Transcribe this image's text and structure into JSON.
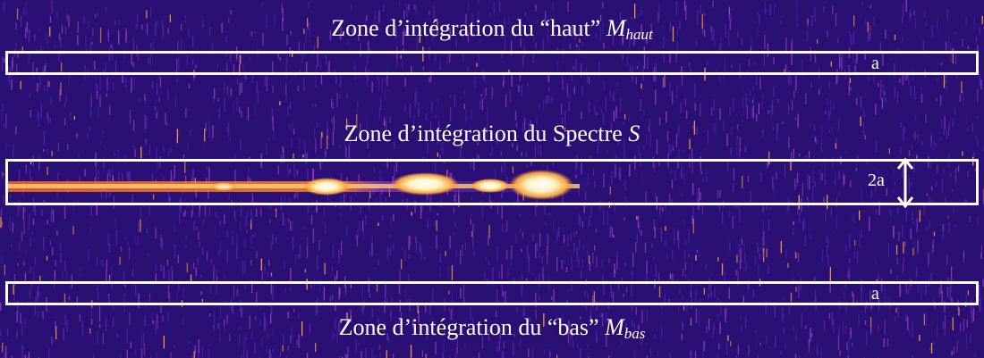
{
  "labels": {
    "top": {
      "prefix": "Zone d’intégration du “haut” ",
      "symbol": "M",
      "subscript": "haut"
    },
    "spectrum": {
      "prefix": "Zone d’intégration du Spectre ",
      "symbol": "S"
    },
    "bottom": {
      "prefix": "Zone d’intégration du “bas” ",
      "symbol": "M",
      "subscript": "bas"
    }
  },
  "markers": {
    "top_band_height": "a",
    "spectrum_band_height": "2a",
    "bottom_band_height": "a"
  },
  "colors": {
    "background": "#2a0f74",
    "noise_light": "#b04bd6",
    "noise_hot": "#ff9a3a",
    "spectrum_core": "#fff8e6",
    "frame": "#ffffff"
  },
  "icons": {
    "dimension_arrow": "double-headed-vertical-arrow-icon"
  }
}
